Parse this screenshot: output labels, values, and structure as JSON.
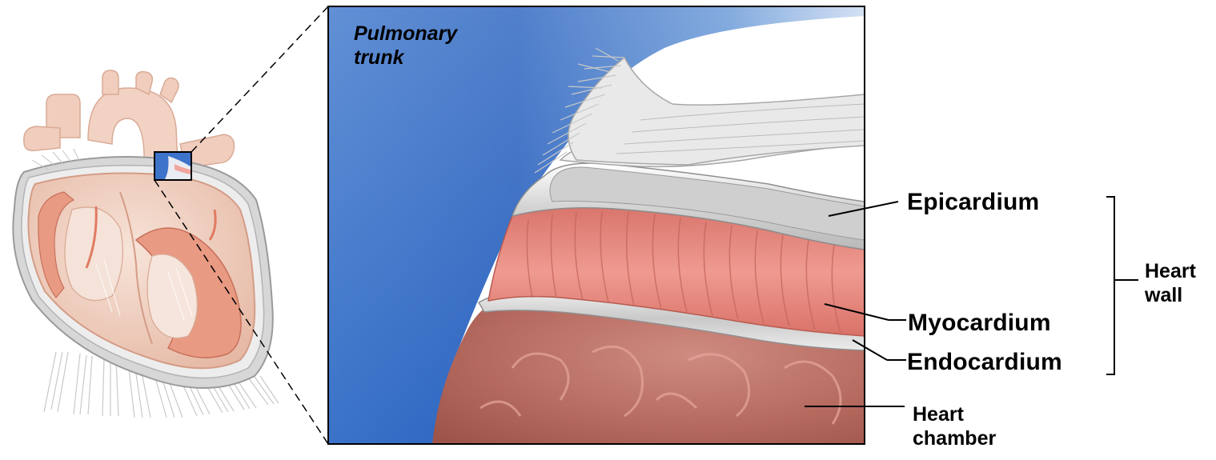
{
  "labels": {
    "pulmonary_trunk": [
      "Pulmonary",
      "trunk"
    ],
    "epicardium": "Epicardium",
    "myocardium": "Myocardium",
    "endocardium": "Endocardium",
    "heart_wall": [
      "Heart",
      "wall"
    ],
    "heart_chamber": [
      "Heart",
      "chamber"
    ]
  },
  "colors": {
    "pulmonary_blue": "#2d67c4",
    "myocardium_red": "#e48a82",
    "chamber_red": "#b86a5f",
    "membrane_gray": "#dadada",
    "heart_tissue": "#f1d2c3"
  }
}
